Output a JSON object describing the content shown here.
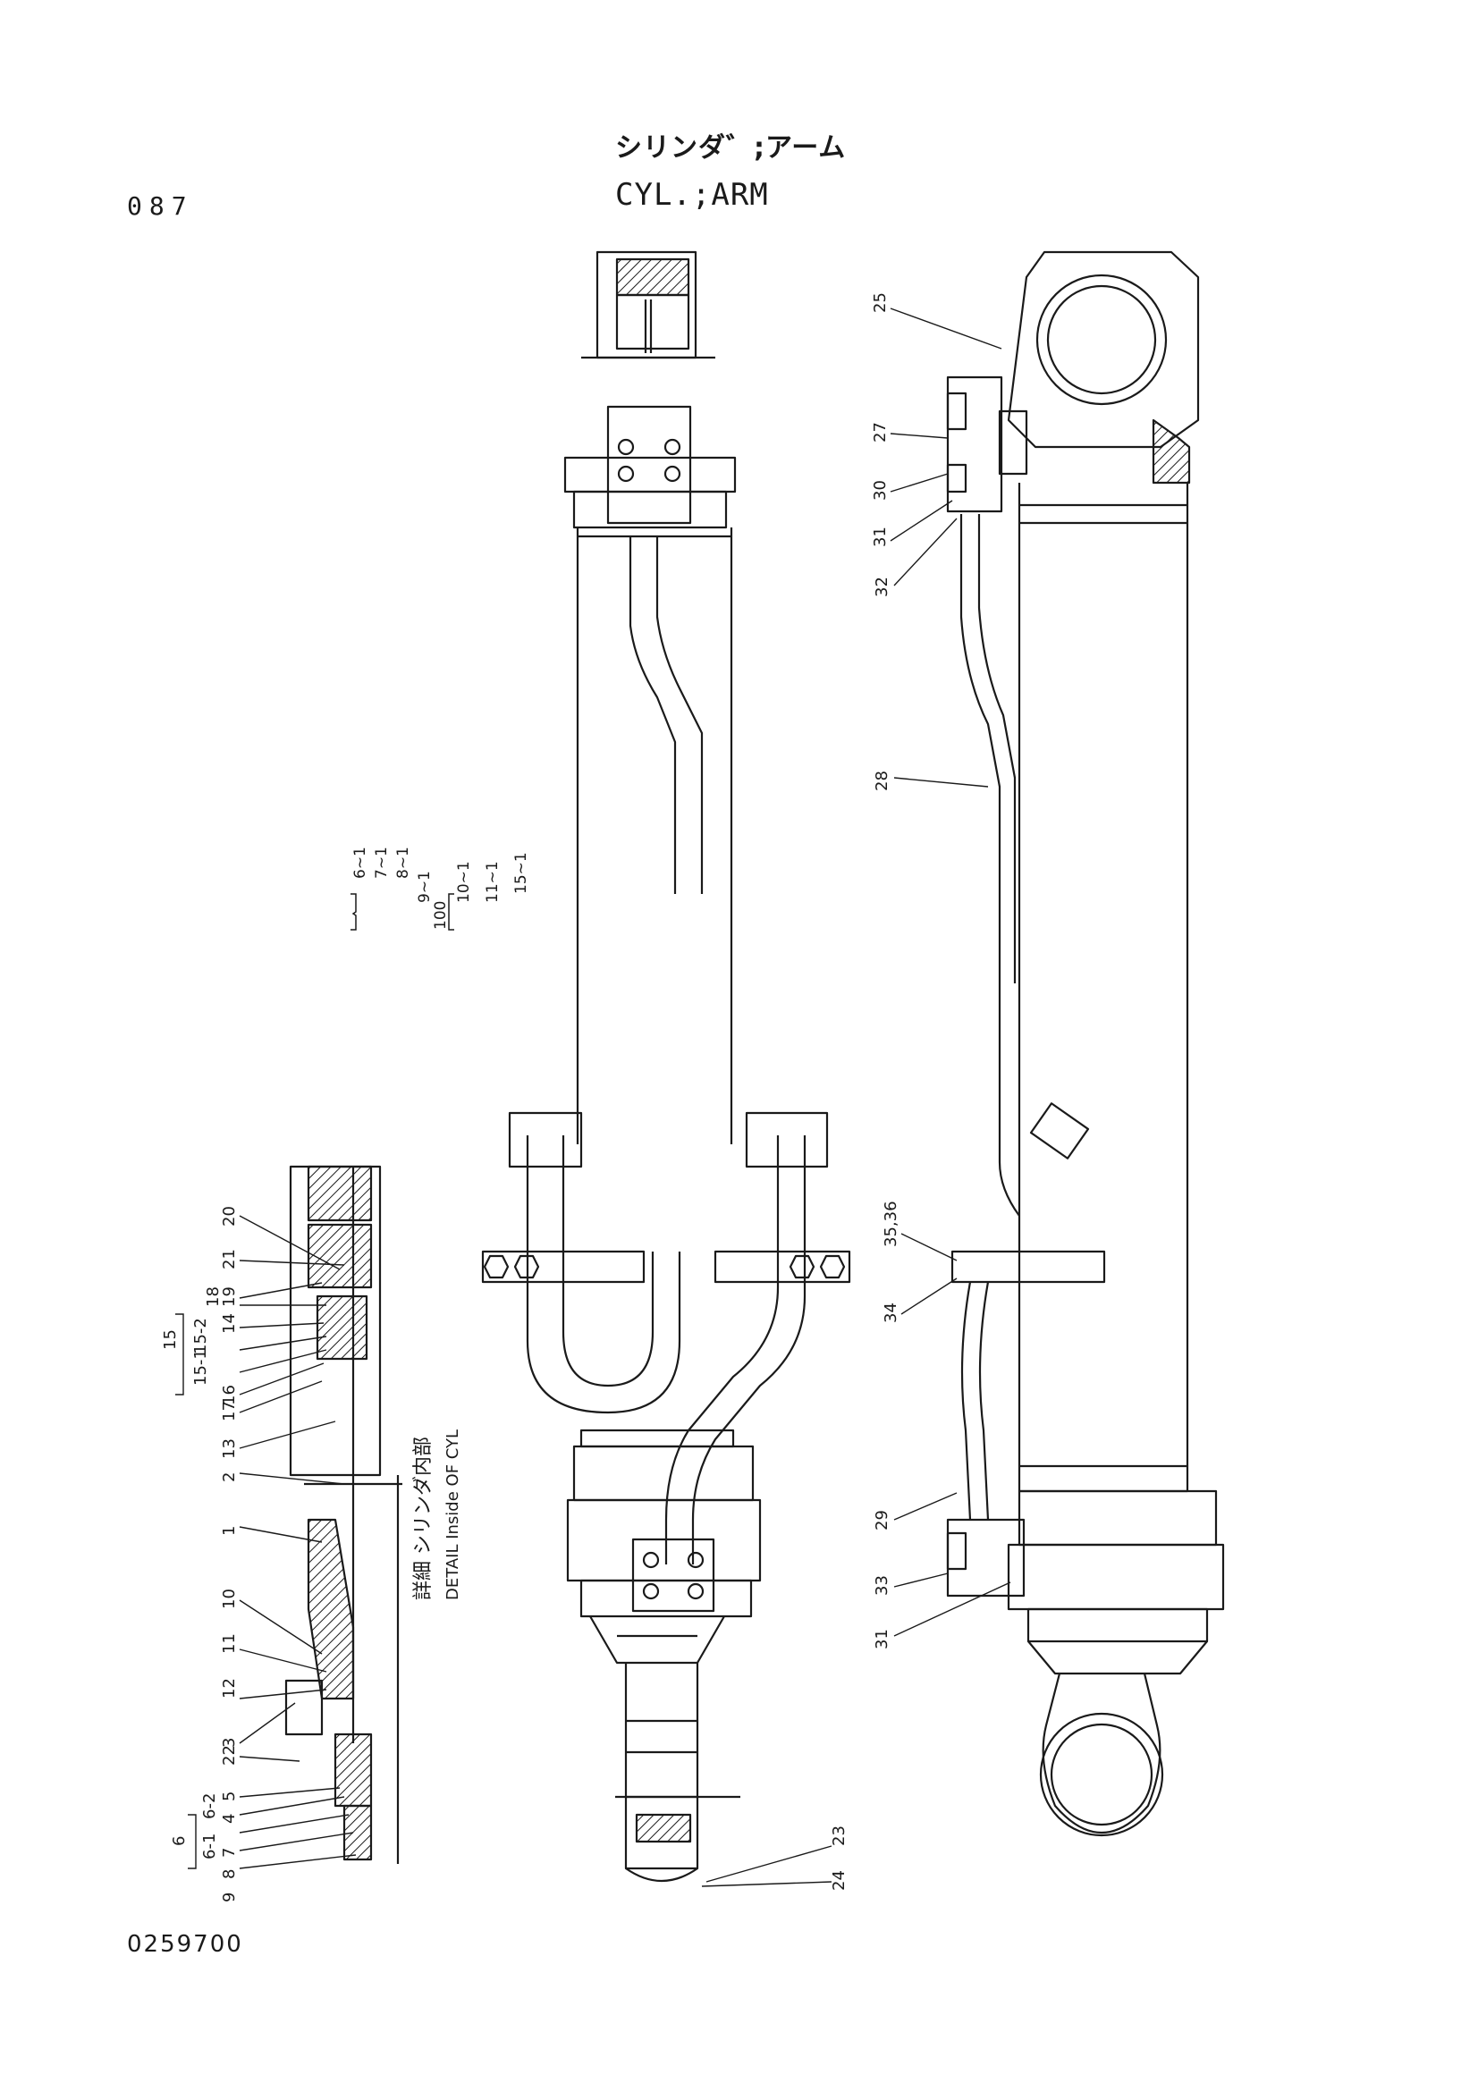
{
  "header": {
    "page_number": "087",
    "title_ja": "シリンダ゛;アーム",
    "title_en": "CYL.;ARM"
  },
  "footer": {
    "doc_number": "0259700"
  },
  "detail_caption": {
    "ja": "詳細 シリンダ内部",
    "en": "DETAIL Inside OF CYL"
  },
  "kit_group": {
    "label": "100",
    "items": [
      "6~1",
      "7~1",
      "8~1",
      "9~1",
      "10~1",
      "11~1",
      "15~1"
    ]
  },
  "side_view_callouts": [
    "25",
    "27",
    "30",
    "31",
    "32",
    "28",
    "35,36",
    "34",
    "29",
    "33",
    "31"
  ],
  "center_callouts": [
    "23",
    "24"
  ],
  "detail_callouts": [
    "20",
    "21",
    "18",
    "19",
    "14",
    "15-2",
    "15-1",
    "16",
    "17",
    "13",
    "2",
    "1",
    "10",
    "11",
    "12",
    "3",
    "22",
    "5",
    "4",
    "6-2",
    "6-1",
    "7",
    "8",
    "9"
  ],
  "detail_groups": {
    "g15": "15",
    "g6": "6"
  },
  "colors": {
    "ink": "#1a1a1a",
    "paper": "#ffffff"
  }
}
